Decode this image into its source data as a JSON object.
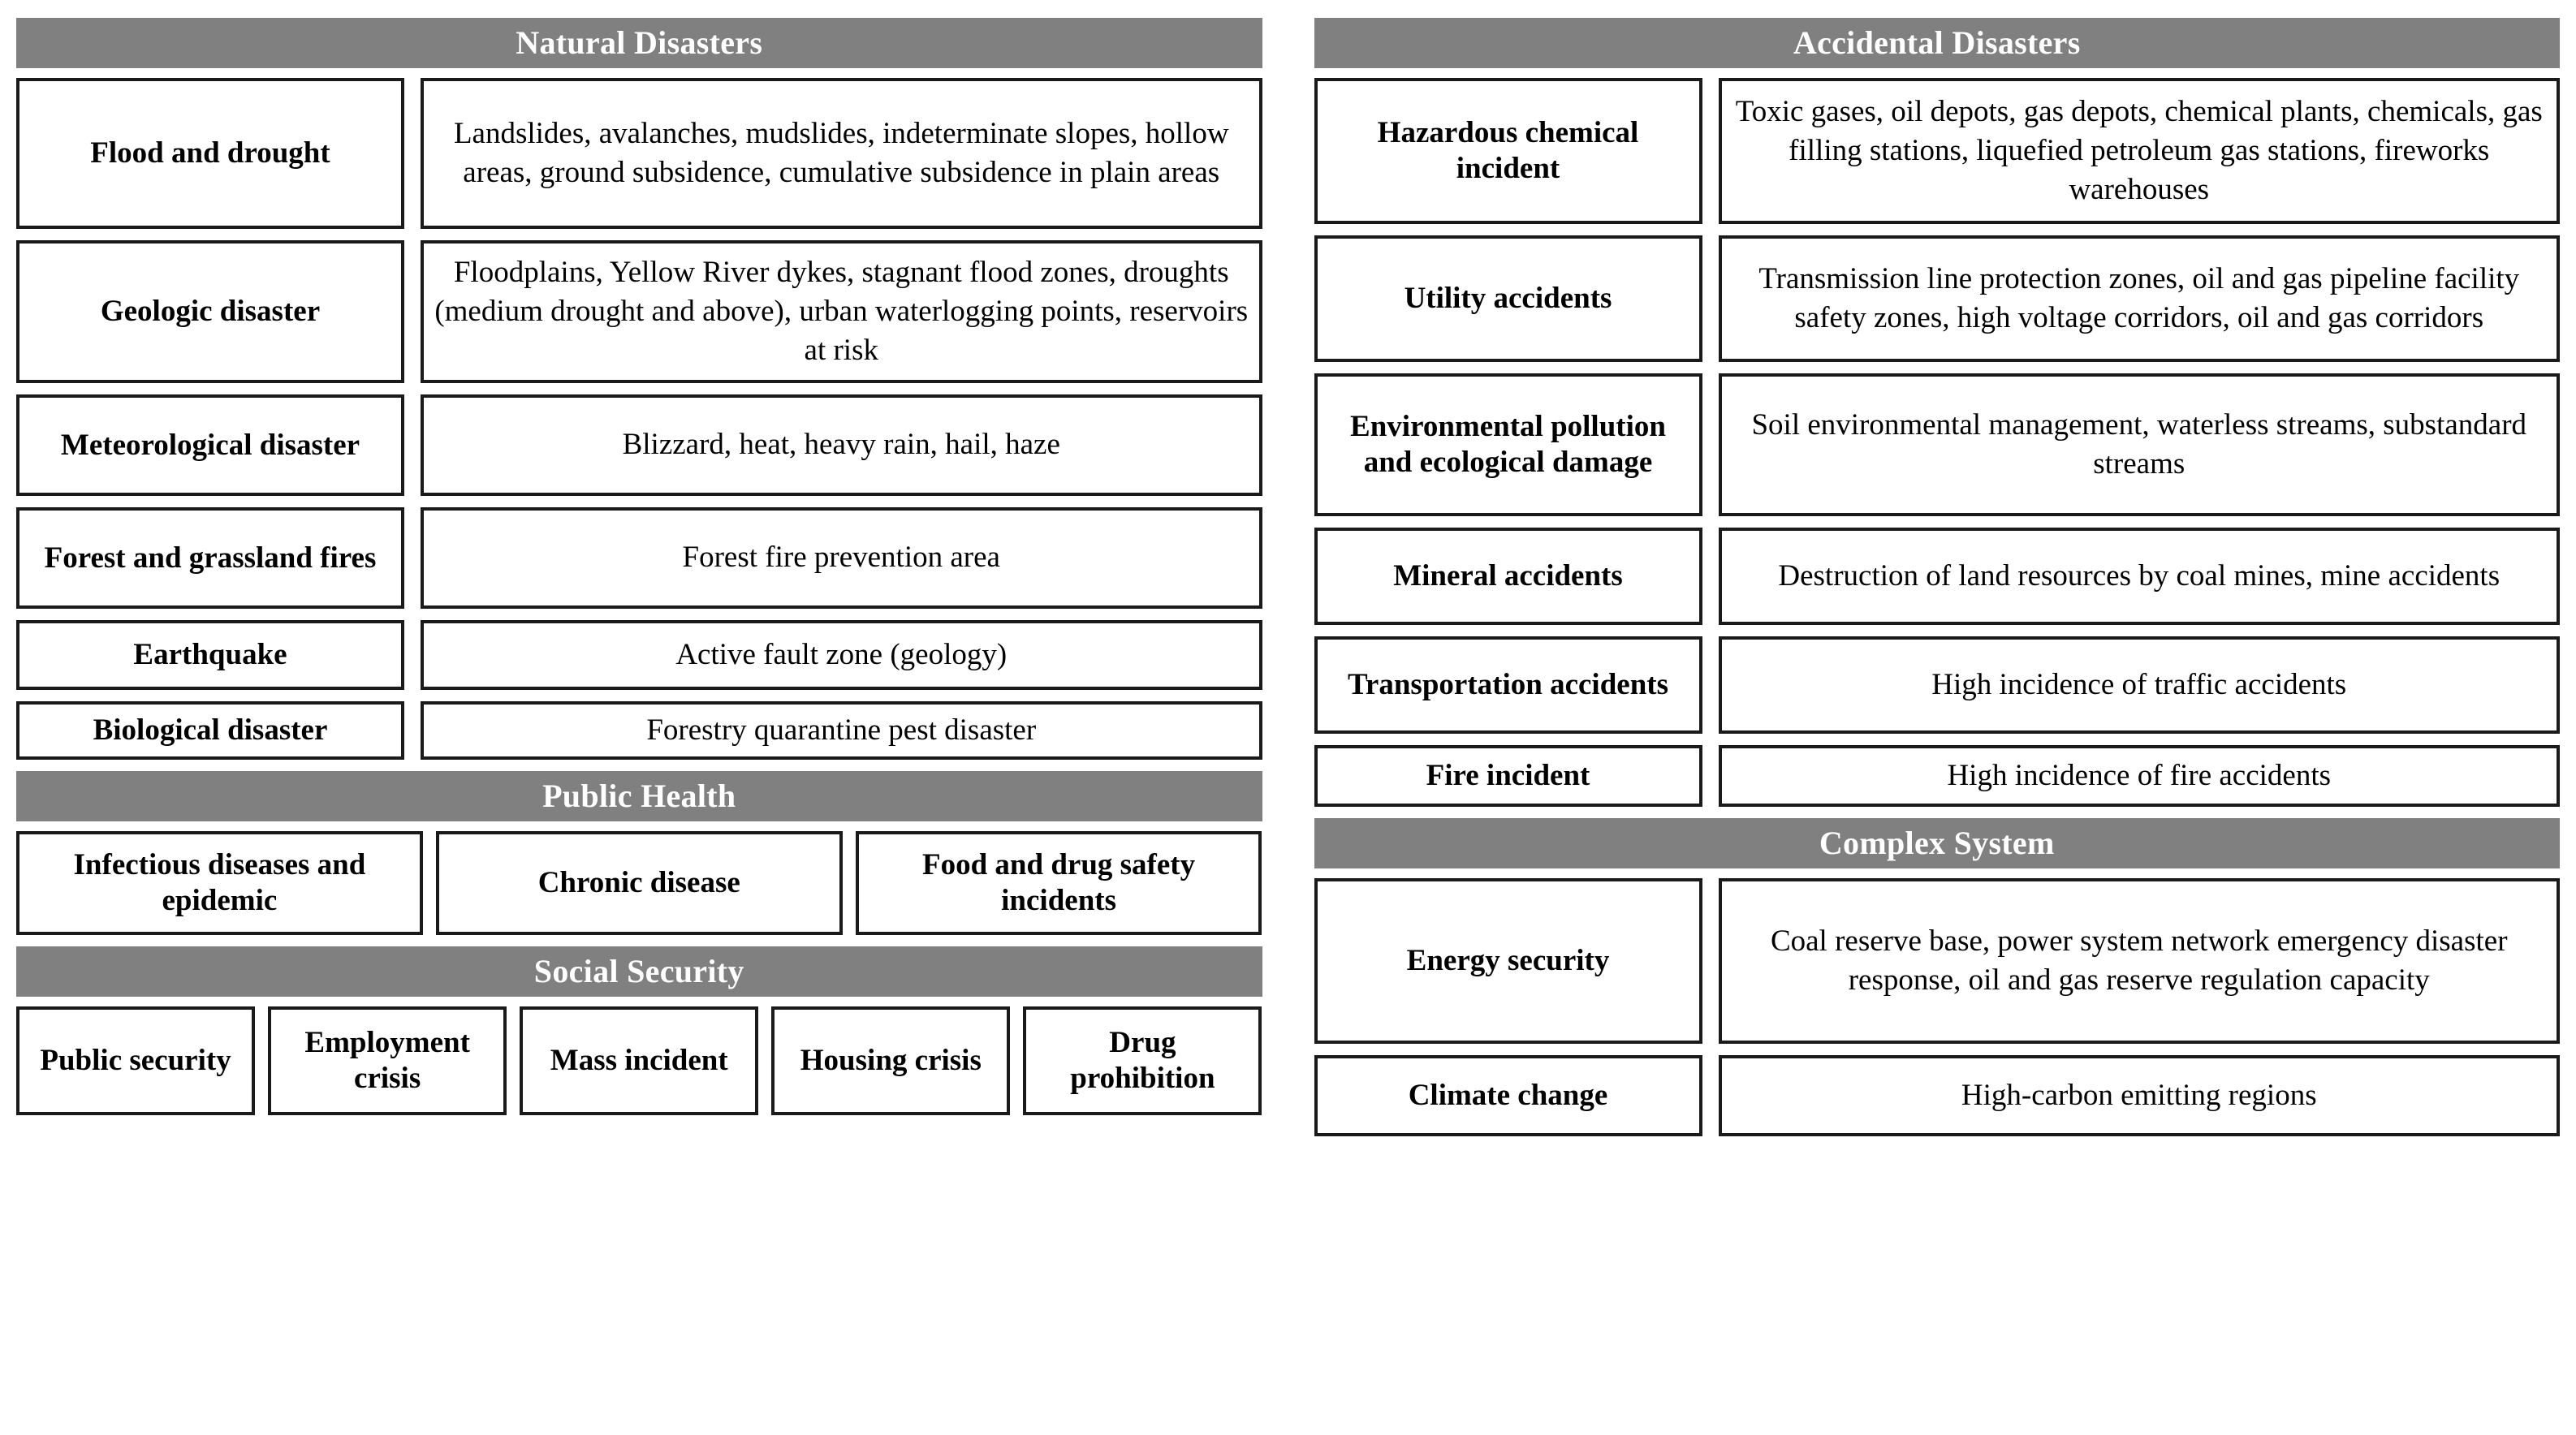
{
  "columns": {
    "left": {
      "sections": [
        {
          "banner": "Natural Disasters",
          "rows": [
            {
              "label": "Flood and drought",
              "detail": "Landslides, avalanches, mudslides, indeterminate slopes, hollow areas, ground subsidence, cumulative subsidence in plain areas"
            },
            {
              "label": "Geologic disaster",
              "detail": "Floodplains, Yellow River dykes, stagnant flood zones, droughts (medium drought and above), urban waterlogging points, reservoirs at risk"
            },
            {
              "label": "Meteorological disaster",
              "detail": "Blizzard, heat, heavy rain, hail, haze"
            },
            {
              "label": "Forest and grassland fires",
              "detail": "Forest fire prevention area"
            },
            {
              "label": "Earthquake",
              "detail": "Active fault zone (geology)"
            },
            {
              "label": "Biological disaster",
              "detail": "Forestry quarantine pest disaster"
            }
          ]
        },
        {
          "banner": "Public Health",
          "chips": [
            "Infectious diseases and epidemic",
            "Chronic disease",
            "Food and drug safety incidents"
          ]
        },
        {
          "banner": "Social Security",
          "chips": [
            "Public security",
            "Employment crisis",
            "Mass incident",
            "Housing crisis",
            "Drug prohibition"
          ]
        }
      ]
    },
    "right": {
      "sections": [
        {
          "banner": "Accidental Disasters",
          "rows": [
            {
              "label": "Hazardous chemical incident",
              "detail": "Toxic gases, oil depots, gas depots, chemical plants, chemicals, gas filling stations, liquefied petroleum gas stations, fireworks warehouses"
            },
            {
              "label": "Utility accidents",
              "detail": "Transmission line protection zones, oil and gas pipeline facility safety zones, high voltage corridors, oil and gas corridors"
            },
            {
              "label": "Environmental pollution and ecological damage",
              "detail": "Soil environmental management, waterless streams, substandard streams"
            },
            {
              "label": "Mineral accidents",
              "detail": "Destruction of land resources by coal mines, mine accidents"
            },
            {
              "label": "Transportation accidents",
              "detail": "High incidence of traffic accidents"
            },
            {
              "label": "Fire incident",
              "detail": "High incidence of fire accidents"
            }
          ]
        },
        {
          "banner": "Complex System",
          "rows": [
            {
              "label": "Energy security",
              "detail": "Coal reserve base, power system network emergency disaster response, oil and gas reserve regulation capacity"
            },
            {
              "label": "Climate change",
              "detail": "High-carbon emitting regions"
            }
          ]
        }
      ]
    }
  },
  "colors": {
    "banner_background": "#808080",
    "banner_text": "#ffffff",
    "box_border": "#1a1a1a",
    "box_background": "#ffffff",
    "page_background": "#ffffff"
  }
}
